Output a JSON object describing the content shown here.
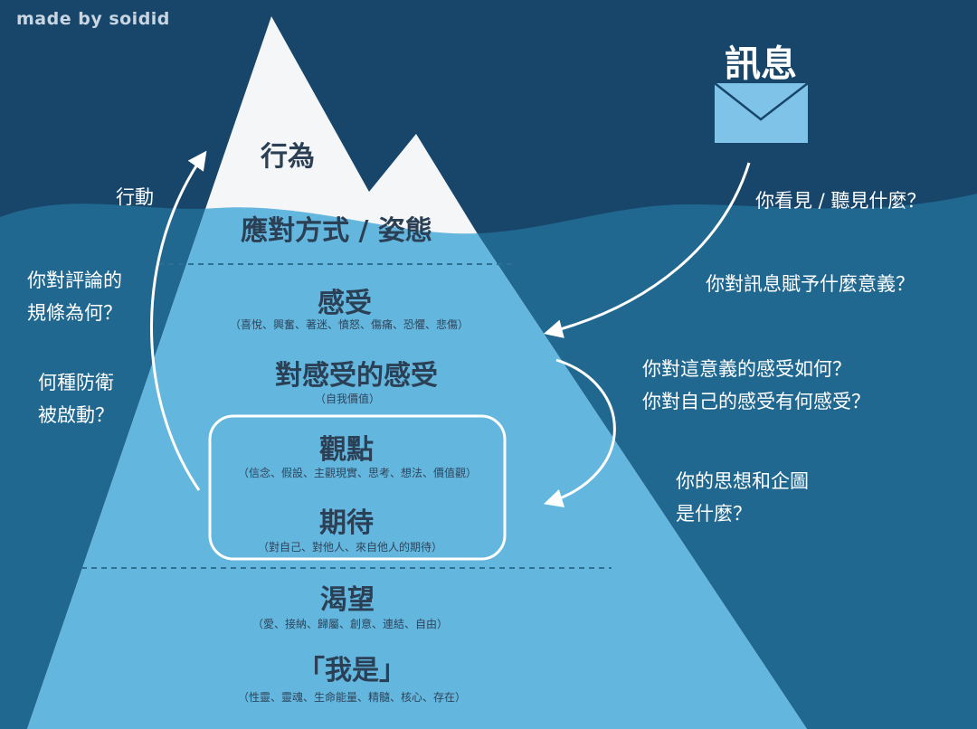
{
  "watermark": "made by soidid",
  "message": {
    "title": "訊息",
    "icon": "envelope-icon"
  },
  "iceberg": {
    "behavior": "行為",
    "coping": "應對方式 / 姿態",
    "feelings": {
      "title": "感受",
      "sub": "（喜悅、興奮、著迷、憤怒、傷痛、恐懼、悲傷）"
    },
    "feelings_about_feelings": {
      "title": "對感受的感受",
      "sub": "（自我價值）"
    },
    "perceptions": {
      "title": "觀點",
      "sub": "（信念、假設、主觀現實、思考、想法、價值觀）"
    },
    "expectations": {
      "title": "期待",
      "sub": "（對自己、對他人、來自他人的期待）"
    },
    "yearnings": {
      "title": "渴望",
      "sub": "（愛、接納、歸屬、創意、連結、自由）"
    },
    "self": {
      "title": "「我是」",
      "sub": "（性靈、靈魂、生命能量、精髓、核心、存在）"
    }
  },
  "left_questions": {
    "action": "行動",
    "rules": [
      "你對評論的",
      "規條為何？"
    ],
    "defense": [
      "何種防衛",
      "被啟動？"
    ]
  },
  "right_questions": {
    "see_hear": "你看見 / 聽見什麼？",
    "meaning": "你對訊息賦予什麼意義？",
    "feel_meaning": [
      "你對這意義的感受如何？",
      "你對自己的感受有何感受？"
    ],
    "thoughts": [
      "你的思想和企圖",
      "是什麼？"
    ]
  },
  "colors": {
    "sky": "#17466a",
    "sea": "#216891",
    "iceberg_underwater": "#63b6dd",
    "iceberg_above": "#f4f6f8",
    "envelope": "#7fc3e8",
    "text_dark": "#2b3f55"
  }
}
